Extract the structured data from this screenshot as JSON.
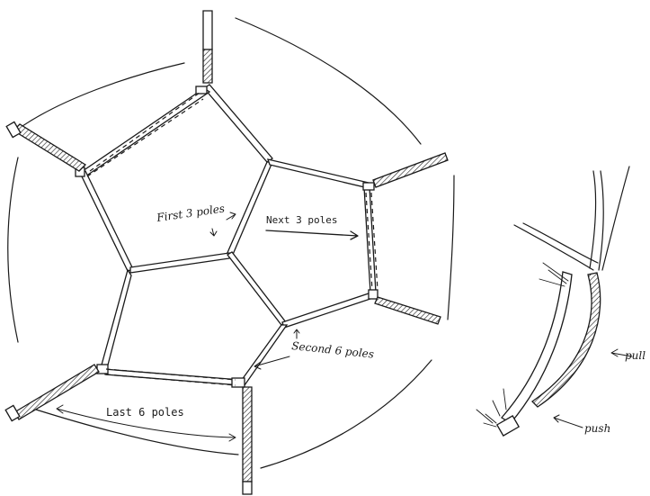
{
  "labels": {
    "first": "First 3 poles",
    "next": "Next 3 poles",
    "second": "Second 6 poles",
    "last": "Last 6 poles",
    "pull": "pull",
    "push": "push"
  },
  "colors": {
    "ink": "#1a1a1a",
    "paper": "#ffffff"
  }
}
